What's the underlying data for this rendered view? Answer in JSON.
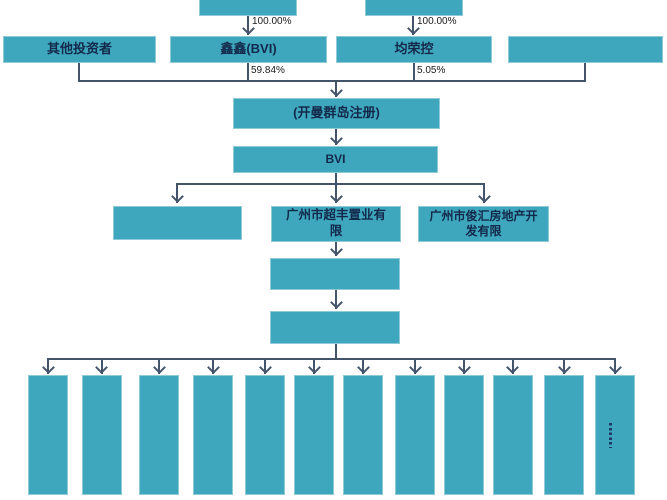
{
  "colors": {
    "box_fill": "#3EA7BD",
    "box_border": "#8ECBD6",
    "box_text": "#13294B",
    "line": "#44546A",
    "pct_text": "#1A1A1A"
  },
  "top_row": {
    "parent_left": {
      "label": ""
    },
    "parent_right": {
      "label": ""
    },
    "pct_left": "100.00%",
    "pct_right": "100.00%"
  },
  "shareholders": {
    "items": [
      {
        "label": "其他投资者"
      },
      {
        "label": "鑫鑫(BVI)",
        "pct": "59.84%"
      },
      {
        "label": "均荣控",
        "pct": "5.05%"
      },
      {
        "label": ""
      }
    ]
  },
  "cayman": {
    "label": "(开曼群岛注册)"
  },
  "bvi": {
    "label": "BVI"
  },
  "subsidiaries_row": [
    {
      "label": "",
      "lines": [
        "",
        ""
      ]
    },
    {
      "label": "广州市超丰置业有限",
      "lines": [
        "广州市超丰置业有",
        "限"
      ]
    },
    {
      "label": "广州市俊汇房地产开发有限",
      "lines": [
        "广州市俊汇房地产开",
        "发有限"
      ]
    }
  ],
  "intermediate": [
    {
      "label": ""
    },
    {
      "label": ""
    }
  ],
  "bottom_row": {
    "count": 12,
    "ellipsis": "……"
  }
}
